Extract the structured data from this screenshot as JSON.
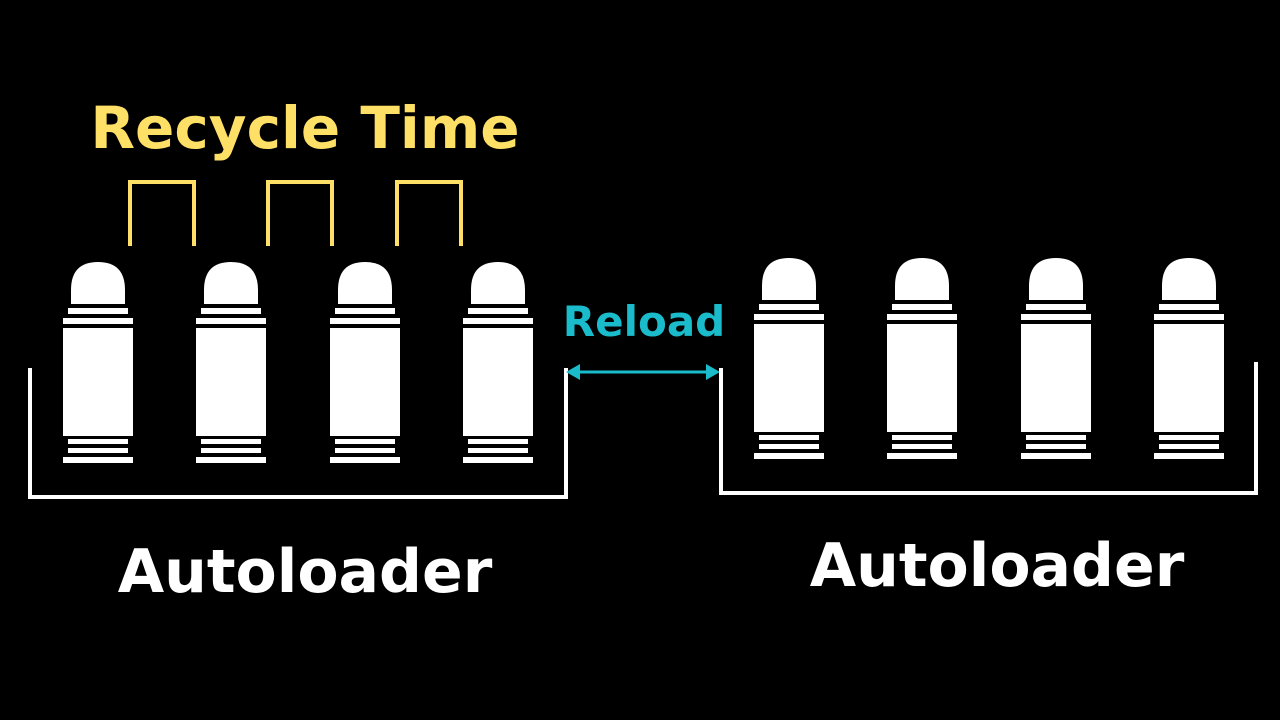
{
  "diagram": {
    "title": "Recycle Time",
    "reload_label": "Reload",
    "left_label": "Autoloader",
    "right_label": "Autoloader",
    "colors": {
      "background": "#000000",
      "title": "#FFE066",
      "bracket": "#FFE066",
      "reload": "#1ABCCB",
      "bullet": "#FFFFFF",
      "tray": "#FFFFFF",
      "label": "#FFFFFF"
    },
    "left_bullet_count": 4,
    "right_bullet_count": 4,
    "recycle_bracket_count": 3
  }
}
